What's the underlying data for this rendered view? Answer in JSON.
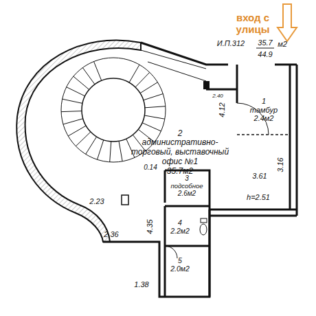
{
  "diagram": {
    "nodes": [
      {
        "text": [
          "1",
          "тамбур",
          "2.4м2"
        ]
      },
      {
        "text": [
          "2",
          "административно-торговый, выставочный офис №1",
          "35.7м2"
        ]
      },
      {
        "text": [
          "3",
          "подсобное",
          "2.6м2"
        ]
      },
      {
        "text": [
          "4",
          "2.2м2"
        ]
      },
      {
        "text": [
          "5",
          "2.0м2"
        ]
      }
    ],
    "labels": [
      "вход с улицы",
      "И.П.312",
      "35.7",
      "м2",
      "44.9",
      "2.40",
      "4.12",
      "3.16",
      "3.61",
      "h=2.51",
      "0.14",
      "2.23",
      "4.35",
      "2.36",
      "1.38"
    ]
  }
}
